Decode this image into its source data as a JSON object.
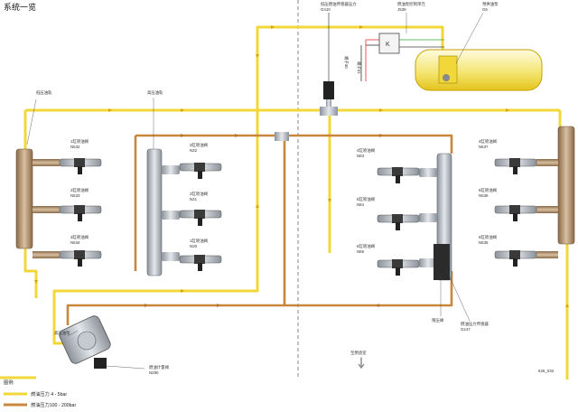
{
  "title": "系统一览",
  "figure_id": "626_033",
  "labels": {
    "low_pressure_rail": "低压油轨",
    "high_pressure_rail": "高压油轨",
    "high_pressure_pump": "高压油泵",
    "fuel_metering_valve": "燃油计量阀",
    "fuel_metering_valve_code": "N290",
    "pressure_limit_valve": "限压阀",
    "fuel_pressure_sensor_low": "低压燃油传感器压力",
    "fuel_pressure_sensor_low_code": "G410",
    "fuel_pump_control_unit": "燃油泵控制单元",
    "fuel_pump_control_unit_code": "J538",
    "fuel_pump": "预供油泵",
    "fuel_pump_code": "G6",
    "fuel_pressure_sensor_high": "燃油压力传感器",
    "fuel_pressure_sensor_high_code": "G247",
    "to_engine": "至燃烧室",
    "wire1": "端子30",
    "wire2": "端子31"
  },
  "injectors_left_low": [
    {
      "name": "1缸喷油阀",
      "code": "N532"
    },
    {
      "name": "2缸喷油阀",
      "code": "N533"
    },
    {
      "name": "3缸喷油阀",
      "code": "N534"
    }
  ],
  "injectors_left_high": [
    {
      "name": "3缸喷油阀",
      "code": "N32"
    },
    {
      "name": "2缸喷油阀",
      "code": "N31"
    },
    {
      "name": "1缸喷油阀",
      "code": "N30"
    }
  ],
  "injectors_right_high": [
    {
      "name": "4缸喷油阀",
      "code": "N83"
    },
    {
      "name": "5缸喷油阀",
      "code": "N84"
    },
    {
      "name": "6缸喷油阀",
      "code": "N85"
    }
  ],
  "injectors_right_low": [
    {
      "name": "4缸喷油阀",
      "code": "N537"
    },
    {
      "name": "5缸喷油阀",
      "code": "N536"
    },
    {
      "name": "6缸喷油阀",
      "code": "N535"
    }
  ],
  "legend": {
    "heading": "图例:",
    "items": [
      {
        "label": "燃油压力 4 - 5bar",
        "color": "#f2d73a"
      },
      {
        "label": "燃油压力100 - 200bar",
        "color": "#c8873c"
      }
    ]
  },
  "colors": {
    "low": "#f2d73a",
    "high": "#c8873c"
  }
}
